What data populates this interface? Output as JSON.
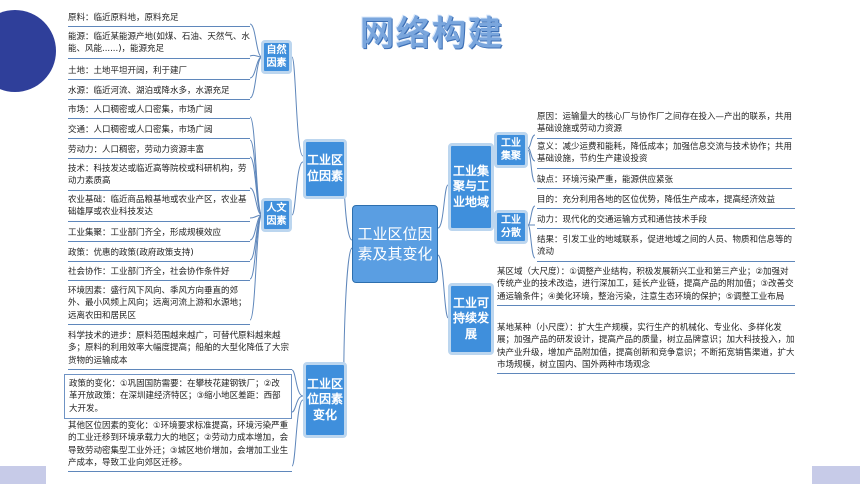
{
  "title": "网络构建",
  "center": "工业区位因素及其变化",
  "location_factors": {
    "label": "工业区位因素",
    "natural": {
      "label": "自然因素",
      "items": [
        "原料：临近原料地，原料充足",
        "能源：临近某能源产地(如煤、石油、天然气、水能、风能......)，能源充足",
        "土地：土地平坦开阔，利于建厂",
        "水源：临近河流、湖泊或降水多，水源充足"
      ]
    },
    "human": {
      "label": "人文因素",
      "items": [
        "市场：人口稠密或人口密集，市场广阔",
        "交通：人口稠密或人口密集，市场广阔",
        "劳动力：人口稠密，劳动力资源丰富",
        "技术：科技发达或临近高等院校或科研机构，劳动力素质高",
        "农业基础：临近商品粮基地或农业产区，农业基础雄厚或农业科技发达",
        "工业集聚：工业部门齐全，形成规模效应",
        "政策：优惠的政策(政府政策支持)",
        "社会协作：工业部门齐全，社会协作条件好",
        "环境因素：盛行风下风向、季风方向垂直的郊外、最小风频上风向；远离河流上游和水源地；远离农田和居民区"
      ]
    }
  },
  "location_change": {
    "label": "工业区位因素变化",
    "items": [
      "科学技术的进步：原料范围越来越广，可替代原料越来越多；原料的利用效率大幅度提高；船舶的大型化降低了大宗货物的运输成本",
      "政策的变化：①巩固国防需要：在攀枝花建钢铁厂；②改革开放政策：在深圳建经济特区；③缩小地区差距：西部大开发。",
      "其他区位因素的变化：①环境要求标准提高，环境污染严重的工业迁移到环境承载力大的地区；②劳动力成本增加，会导致劳动密集型工业外迁；③城区地价增加，会增加工业生产成本，导致工业向郊区迁移。"
    ]
  },
  "agglomeration": {
    "label": "工业集聚与工业地域",
    "gather": {
      "label": "工业集聚",
      "items": [
        "原因：运输量大的核心厂与协作厂之间存在投入—产出的联系，共用基础设施或劳动力资源",
        "意义：减少运费和能耗，降低成本；加强信息交流与技术协作；共用基础设施，节约生产建设投资",
        "缺点：环境污染严重，能源供应紧张"
      ]
    },
    "disperse": {
      "label": "工业分散",
      "items": [
        "目的：充分利用各地的区位优势，降低生产成本，提高经济效益",
        "动力：现代化的交通运输方式和通信技术手段",
        "结果：引发工业的地域联系，促进地域之间的人员、物质和信息等的流动"
      ]
    }
  },
  "sustainable": {
    "label": "工业可持续发展",
    "items": [
      "某区域（大尺度）：①调整产业结构，积极发展新兴工业和第三产业；②加强对传统产业的技术改造，进行深加工，延长产业链，提高产品的附加值；③改善交通运输条件；④美化环境，整治污染，注意生态环境的保护；⑤调整工业布局",
      "某地某种（小尺度）：扩大生产规模，实行生产的机械化、专业化、多样化发展；加强产品的研发设计，提高产品的质量，树立品牌意识；加大科技投入，加快产业升级，增加产品附加值，提高创新和竞争意识；不断拓宽销售渠道，扩大市场规模，树立国内、国外两种市场观念"
    ]
  }
}
